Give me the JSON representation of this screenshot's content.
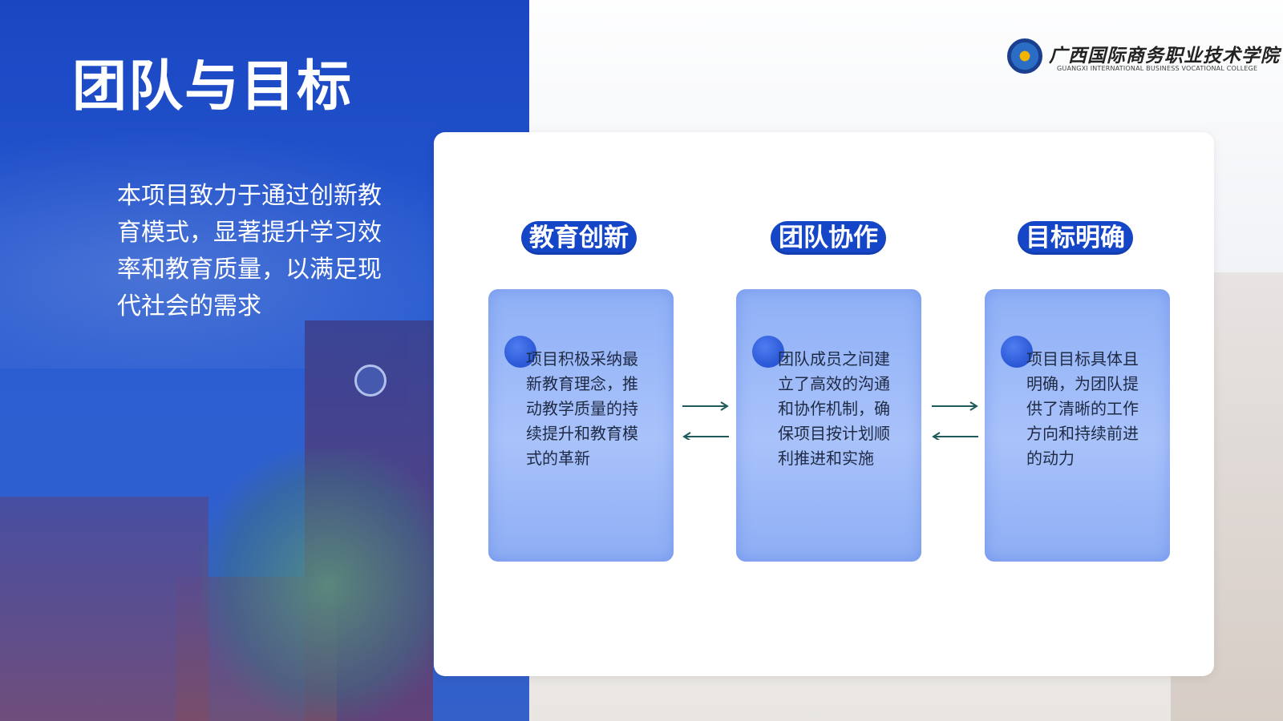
{
  "slide": {
    "title": "团队与目标",
    "intro": "本项目致力于通过创新教育模式，显著提升学习效率和教育质量，以满足现代社会的需求"
  },
  "logo": {
    "name_cn": "广西国际商务职业技术学院",
    "name_en": "GUANGXI INTERNATIONAL BUSINESS VOCATIONAL COLLEGE"
  },
  "items": [
    {
      "label": "教育创新",
      "text": "项目积极采纳最新教育理念，推动教学质量的持续提升和教育模式的革新"
    },
    {
      "label": "团队协作",
      "text": "团队成员之间建立了高效的沟通和协作机制，确保项目按计划顺利推进和实施"
    },
    {
      "label": "目标明确",
      "text": "项目目标具体且明确，为团队提供了清晰的工作方向和持续前进的动力"
    }
  ],
  "colors": {
    "primary": "#1646c8",
    "box_fill": "#a9c2fa",
    "arrow": "#1e5a5a"
  }
}
